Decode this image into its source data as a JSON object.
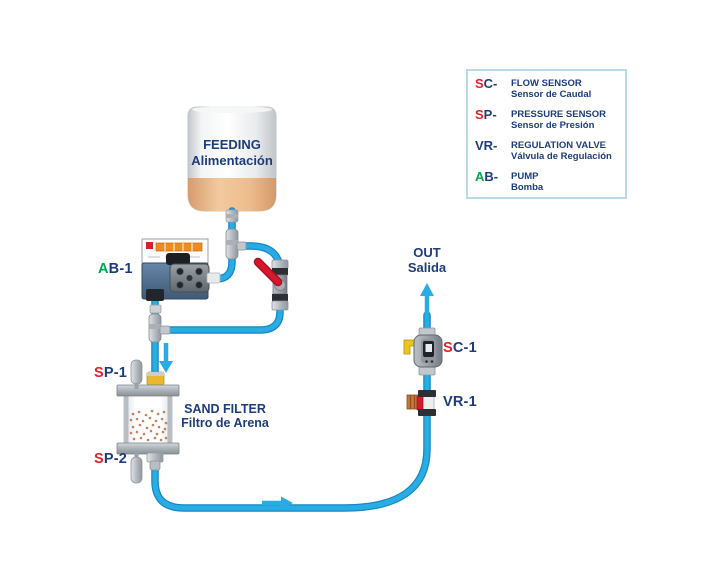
{
  "colors": {
    "navy": "#1c3c7c",
    "red": "#e61e2a",
    "green": "#00a651",
    "pipe": "#29ace3",
    "pipe_edge": "#1487c4",
    "valve_handle_red": "#d6172c",
    "tank_liquid": "#edbd92",
    "legend_border": "#b7dce8",
    "pump_orange": "#f08c1e",
    "sensor_tab_yellow": "#ecc51c",
    "valve_copper": "#c8763b"
  },
  "tank": {
    "title": "FEEDING",
    "subtitle": "Alimentación"
  },
  "filter": {
    "title": "SAND FILTER",
    "subtitle": "Filtro de Arena"
  },
  "outlet": {
    "title": "OUT",
    "subtitle": "Salida"
  },
  "labels": {
    "ab1": {
      "prefix": "A",
      "suffix": "B-1",
      "prefix_color": "#00a651",
      "suffix_color": "#1c3c7c"
    },
    "sp1": {
      "prefix": "S",
      "suffix": "P-1",
      "prefix_color": "#e61e2a",
      "suffix_color": "#1c3c7c"
    },
    "sp2": {
      "prefix": "S",
      "suffix": "P-2",
      "prefix_color": "#e61e2a",
      "suffix_color": "#1c3c7c"
    },
    "sc1": {
      "prefix": "S",
      "suffix": "C-1",
      "prefix_color": "#e61e2a",
      "suffix_color": "#1c3c7c"
    },
    "vr1": {
      "prefix": "VR-1",
      "suffix": "",
      "prefix_color": "#1c3c7c",
      "suffix_color": "#1c3c7c"
    }
  },
  "legend": {
    "items": [
      {
        "code_prefix": "S",
        "code_suffix": "C-",
        "prefix_color": "#e61e2a",
        "title": "FLOW SENSOR",
        "subtitle": "Sensor de Caudal"
      },
      {
        "code_prefix": "S",
        "code_suffix": "P-",
        "prefix_color": "#e61e2a",
        "title": "PRESSURE SENSOR",
        "subtitle": "Sensor de Presión"
      },
      {
        "code_prefix": "VR-",
        "code_suffix": "",
        "prefix_color": "#1c3c7c",
        "title": "REGULATION VALVE",
        "subtitle": "Válvula de Regulación"
      },
      {
        "code_prefix": "A",
        "code_suffix": "B-",
        "prefix_color": "#00a651",
        "title": "PUMP",
        "subtitle": "Bomba"
      }
    ]
  }
}
